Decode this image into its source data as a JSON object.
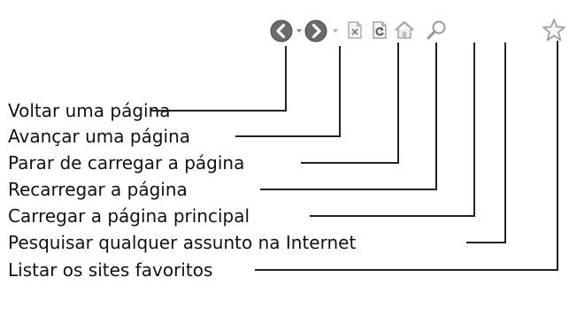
{
  "toolbar": {
    "icons": [
      {
        "name": "back-icon",
        "color": "#6b6b6b"
      },
      {
        "name": "dropdown-arrow-icon",
        "color": "#888888"
      },
      {
        "name": "forward-icon",
        "color": "#6b6b6b"
      },
      {
        "name": "dropdown-arrow-icon",
        "color": "#b0b0b0"
      },
      {
        "name": "stop-icon",
        "color": "#9a9a9a"
      },
      {
        "name": "refresh-icon",
        "color": "#7a7a7a"
      },
      {
        "name": "home-icon",
        "color": "#a8a8a8"
      },
      {
        "name": "search-icon",
        "color": "#9a9a9a"
      },
      {
        "name": "favorites-star-icon",
        "color": "#a0a0a0"
      }
    ]
  },
  "legend": {
    "items": [
      {
        "label": "Voltar uma página",
        "icon": "back-icon"
      },
      {
        "label": "Avançar uma página",
        "icon": "forward-icon"
      },
      {
        "label": "Parar de carregar a página",
        "icon": "stop-icon"
      },
      {
        "label": "Recarregar a página",
        "icon": "refresh-icon"
      },
      {
        "label": "Carregar a página principal",
        "icon": "home-icon"
      },
      {
        "label": "Pesquisar qualquer assunto na Internet",
        "icon": "search-icon"
      },
      {
        "label": "Listar os sites favoritos",
        "icon": "favorites-star-icon"
      }
    ]
  },
  "colors": {
    "leader_line": "#222222",
    "text": "#111111"
  }
}
